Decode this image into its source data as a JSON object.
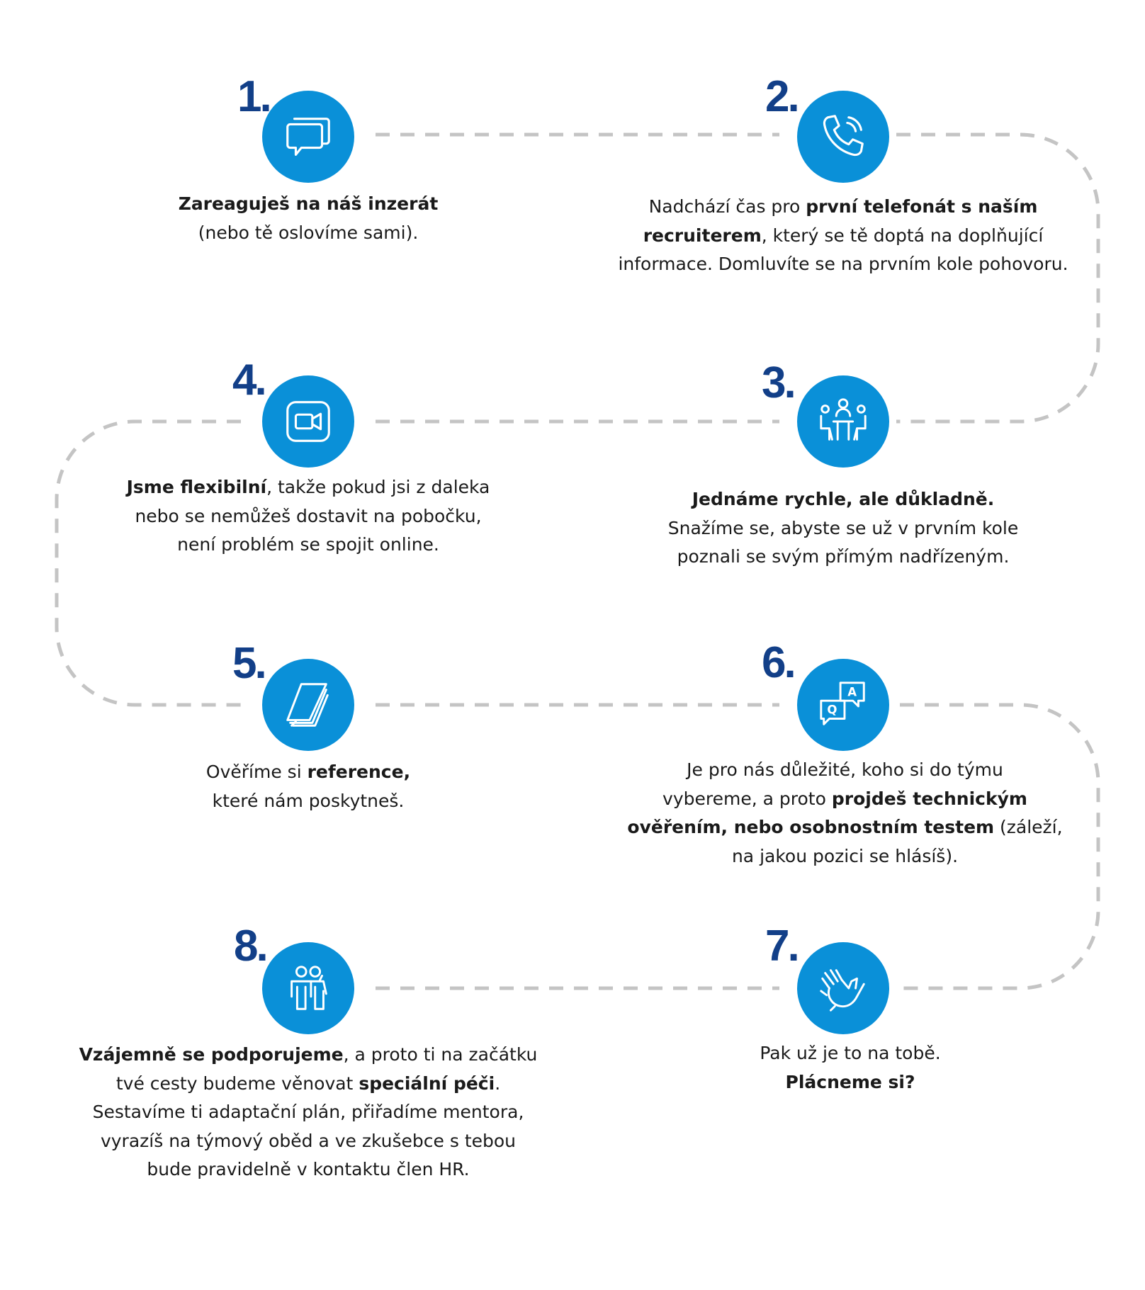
{
  "colors": {
    "circle": "#0a90d8",
    "number": "#123f88",
    "path": "#c4c4c4",
    "icon": "#ffffff",
    "text": "#1a1a1a"
  },
  "steps": [
    {
      "number": "1.",
      "icon": "chat-bubbles-icon",
      "text": [
        [
          {
            "t": "Zareaguješ na náš inzerát",
            "b": true
          }
        ],
        [
          {
            "t": "(nebo tě oslovíme sami)."
          }
        ]
      ]
    },
    {
      "number": "2.",
      "icon": "phone-call-icon",
      "text": [
        [
          {
            "t": "Nadchází čas pro "
          },
          {
            "t": "první telefonát s naším",
            "b": true
          }
        ],
        [
          {
            "t": "recruiterem",
            "b": true
          },
          {
            "t": ", který se tě doptá na doplňující"
          }
        ],
        [
          {
            "t": "informace. Domluvíte se na prvním kole pohovoru."
          }
        ]
      ]
    },
    {
      "number": "3.",
      "icon": "meeting-table-icon",
      "text": [
        [
          {
            "t": "Jednáme rychle, ale důkladně.",
            "b": true
          }
        ],
        [
          {
            "t": "Snažíme se, abyste se už v prvním kole"
          }
        ],
        [
          {
            "t": "poznali se svým přímým nadřízeným."
          }
        ]
      ]
    },
    {
      "number": "4.",
      "icon": "video-camera-icon",
      "text": [
        [
          {
            "t": "Jsme flexibilní",
            "b": true
          },
          {
            "t": ", takže pokud jsi z daleka"
          }
        ],
        [
          {
            "t": "nebo se nemůžeš dostavit na pobočku,"
          }
        ],
        [
          {
            "t": "není problém se spojit online."
          }
        ]
      ]
    },
    {
      "number": "5.",
      "icon": "documents-icon",
      "text": [
        [
          {
            "t": "Ověříme si "
          },
          {
            "t": "reference,",
            "b": true
          }
        ],
        [
          {
            "t": "které nám poskytneš."
          }
        ]
      ]
    },
    {
      "number": "6.",
      "icon": "qa-bubbles-icon",
      "text": [
        [
          {
            "t": "Je pro nás důležité, koho si do týmu"
          }
        ],
        [
          {
            "t": "vybereme, a proto "
          },
          {
            "t": "projdeš technickým",
            "b": true
          }
        ],
        [
          {
            "t": "ověřením, nebo osobnostním testem",
            "b": true
          },
          {
            "t": " (záleží,"
          }
        ],
        [
          {
            "t": "na jakou pozici se hlásíš)."
          }
        ]
      ]
    },
    {
      "number": "7.",
      "icon": "high-five-icon",
      "text": [
        [
          {
            "t": "Pak už je to na tobě."
          }
        ],
        [
          {
            "t": "Plácneme si?",
            "b": true
          }
        ]
      ]
    },
    {
      "number": "8.",
      "icon": "two-people-icon",
      "text": [
        [
          {
            "t": "Vzájemně se podporujeme",
            "b": true
          },
          {
            "t": ", a proto ti na začátku"
          }
        ],
        [
          {
            "t": "tvé cesty budeme věnovat "
          },
          {
            "t": "speciální péči",
            "b": true
          },
          {
            "t": "."
          }
        ],
        [
          {
            "t": "Sestavíme ti adaptační plán, přiřadíme mentora,"
          }
        ],
        [
          {
            "t": "vyrazíš na týmový oběd a ve zkušebce s tebou"
          }
        ],
        [
          {
            "t": "bude pravidelně v kontaktu člen HR."
          }
        ]
      ]
    }
  ]
}
